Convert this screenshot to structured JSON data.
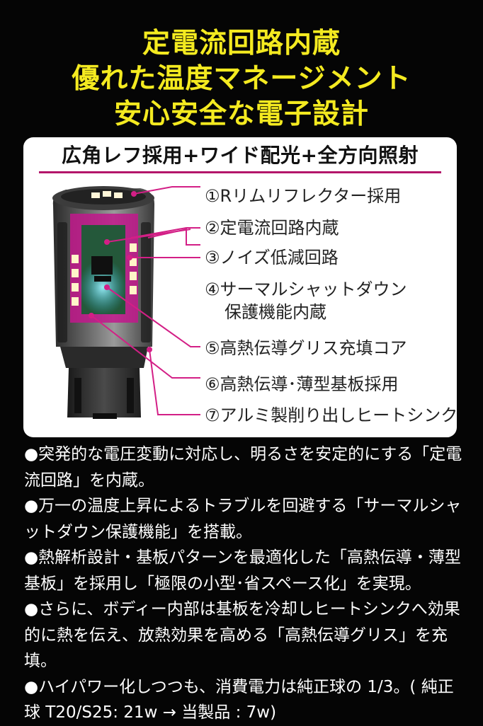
{
  "headline": {
    "line1": "定電流回路内蔵",
    "line2": "優れた温度マネージメント",
    "line3": "安心安全な電子設計"
  },
  "panel": {
    "title": "広角レフ採用+ワイド配光+全方向照射",
    "features": [
      "①Rリムリフレクター採用",
      "②定電流回路内蔵",
      "③ノイズ低減回路",
      "④サーマルシャットダウン",
      "保護機能内蔵",
      "⑤高熱伝導グリス充填コア",
      "⑥高熱伝導･薄型基板採用",
      "⑦アルミ製削り出しヒートシンク"
    ],
    "colors": {
      "leader_line": "#d31f86",
      "accent_rule": "#b3166a"
    }
  },
  "notes": [
    "●突発的な電圧変動に対応し、明るさを安定的にする「定電流回路」を内蔵。",
    "●万一の温度上昇によるトラブルを回避する「サーマルシャットダウン保護機能」を搭載。",
    "●熱解析設計・基板パターンを最適化した「高熱伝導・薄型基板」を採用し「極限の小型･省スペース化」を実現。",
    "●さらに、ボディー内部は基板を冷却しヒートシンクへ効果的に熱を伝え、放熱効果を高める「高熱伝導グリス」を充填。",
    "●ハイパワー化しつつも、消費電力は純正球の 1/3。( 純正球 T20/S25: 21w → 当製品 : 7w)"
  ],
  "colors": {
    "headline": "#f4ea20",
    "background": "#050505",
    "text": "#ffffff"
  }
}
